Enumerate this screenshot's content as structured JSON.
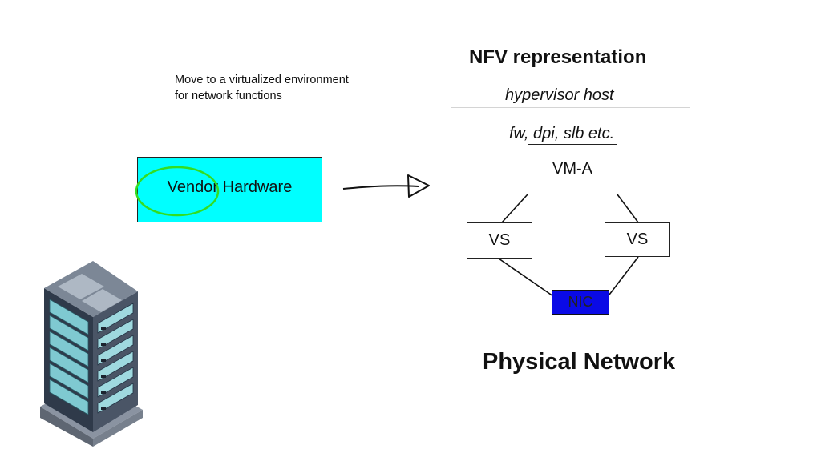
{
  "caption": {
    "line1": "Move to a virtualized environment",
    "line2": "for network functions"
  },
  "vendor_hardware": {
    "label": "Vendor Hardware",
    "fill_color": "#00ffff",
    "highlight_color": "#33dd22"
  },
  "nfv": {
    "title": "NFV representation",
    "host_label": "hypervisor host",
    "functions_label": "fw, dpi, slb etc.",
    "vm_label": "VM-A",
    "vs_left_label": "VS",
    "vs_right_label": "VS",
    "nic_label": "NIC",
    "nic_color": "#0a0ae6"
  },
  "physical_network_label": "Physical Network",
  "icons": [
    "arrow-right-icon",
    "server-rack-icon"
  ]
}
